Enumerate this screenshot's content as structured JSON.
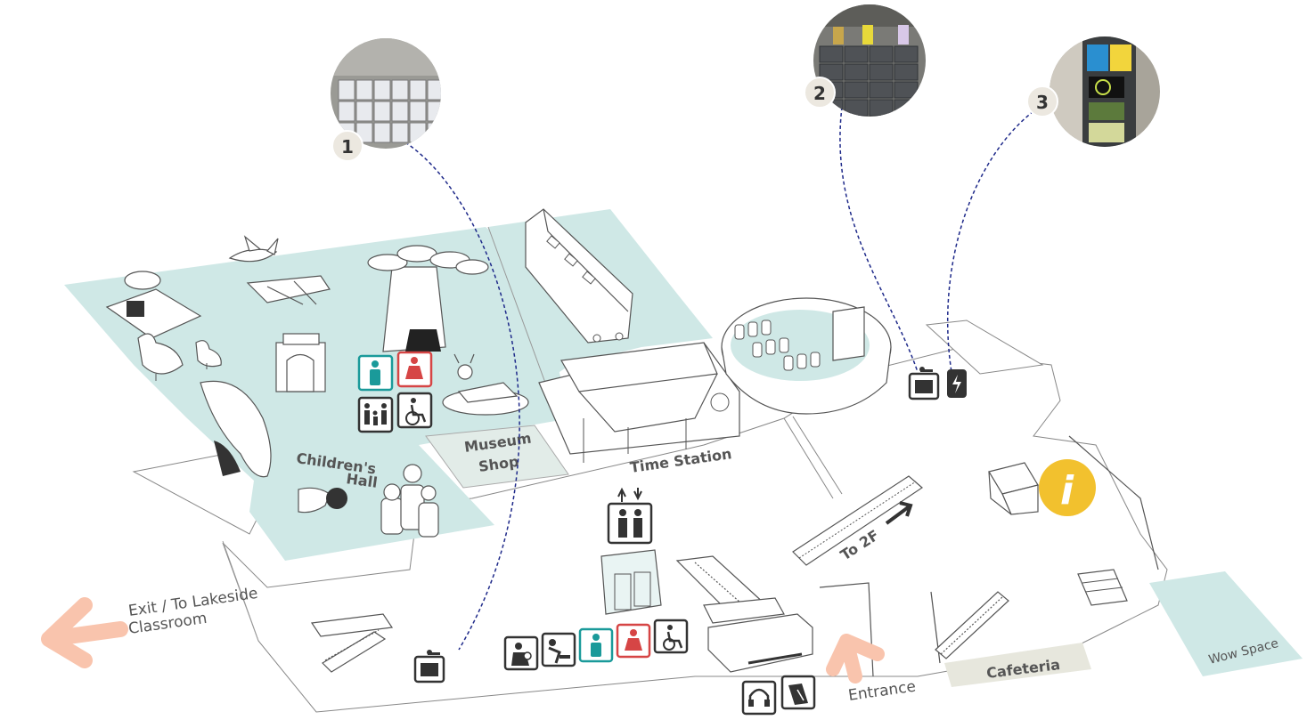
{
  "labels": {
    "childrens_hall_line1": "Children's",
    "childrens_hall_line2": "Hall",
    "museum_shop_line1": "Museum",
    "museum_shop_line2": "Shop",
    "time_station": "Time Station",
    "to_2f": "To 2F",
    "exit_line1": "Exit / To Lakeside",
    "exit_line2": "Classroom",
    "entrance": "Entrance",
    "cafeteria": "Cafeteria",
    "wow_space": "Wow Space",
    "info": "i"
  },
  "photo_markers": [
    {
      "number": "1",
      "subject": "lockers"
    },
    {
      "number": "2",
      "subject": "lockers"
    },
    {
      "number": "3",
      "subject": "charging station"
    }
  ],
  "icons": {
    "restroom_hall": [
      "male-restroom",
      "female-restroom",
      "family-restroom",
      "accessible-restroom"
    ],
    "elevator": "elevator",
    "restroom_front": [
      "nursing-room",
      "drinking-fountain",
      "male-restroom",
      "female-restroom",
      "accessible-restroom"
    ],
    "services_counter": [
      "audio-guide",
      "ticket"
    ],
    "locker_front": "locker",
    "locker_right": "locker",
    "charging": "charging"
  },
  "colors": {
    "zone": "#cfe8e6",
    "male": "#1a9a9a",
    "female": "#d64545",
    "info": "#f2c12e",
    "arrow": "#f9c4ad",
    "path": "#1f2a8a",
    "cafeteria_bg": "#e7e7dd",
    "shop_bg": "#e2ece8"
  }
}
